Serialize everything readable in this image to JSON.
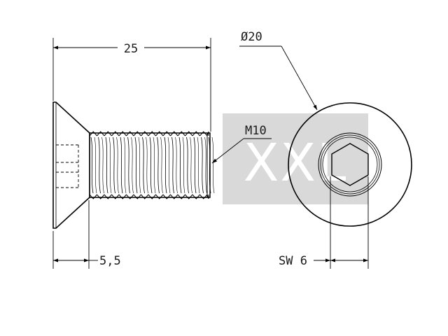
{
  "drawing": {
    "dim_length": "25",
    "dim_head_diameter": "Ø20",
    "thread_label": "M10",
    "dim_head_height": "5,5",
    "dim_hex_key": "SW 6",
    "watermark": "XXL"
  },
  "colors": {
    "line": "#000000",
    "watermark_box": "#d9d9d9",
    "background": "#ffffff"
  }
}
